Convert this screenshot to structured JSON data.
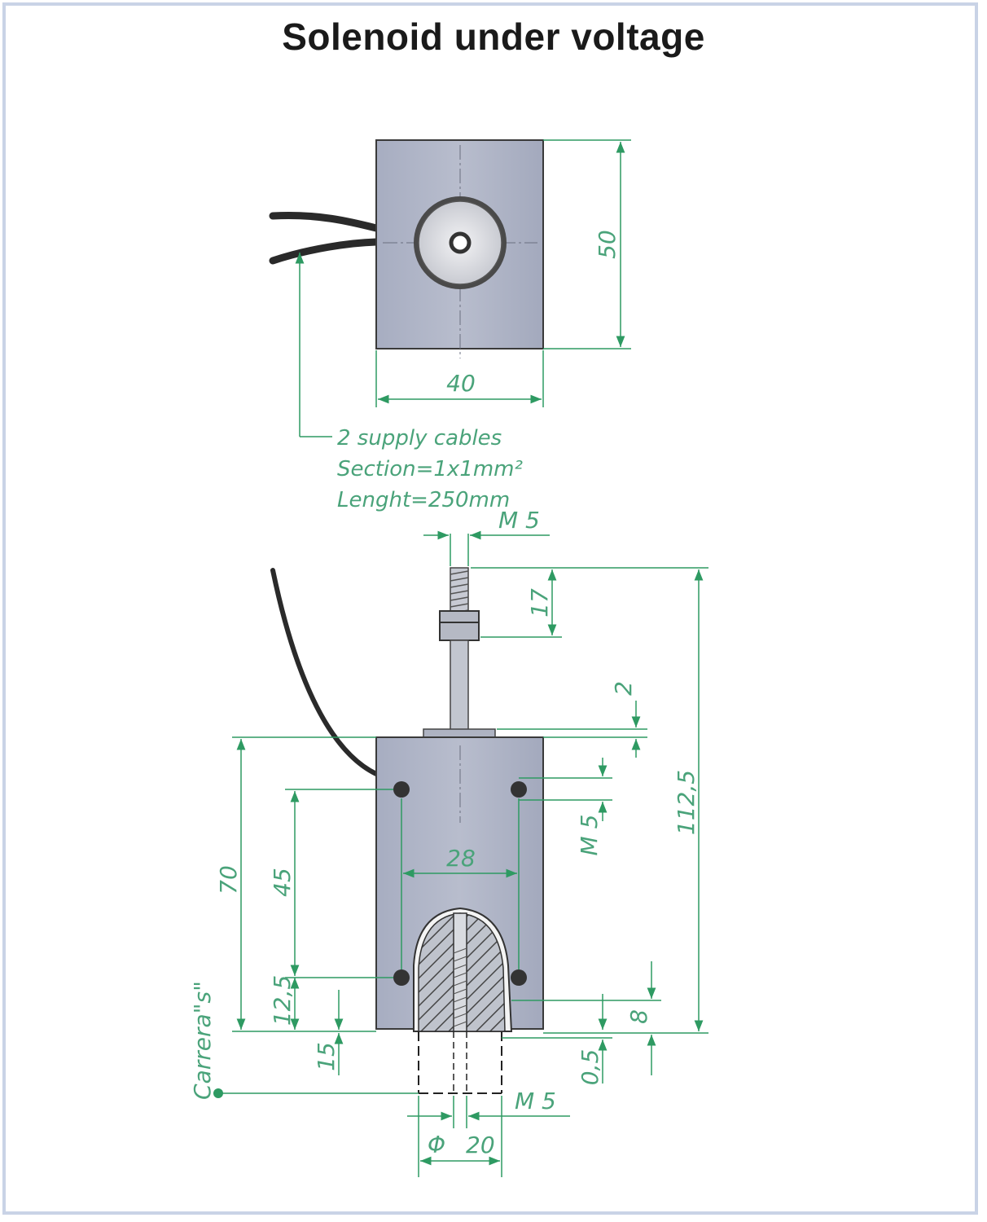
{
  "title": "Solenoid under voltage",
  "colors": {
    "dimension_green": "#2e9a62",
    "body_fill": "#aeb4c6",
    "outline": "#3a3a3a",
    "frame_border": "#c9d3e6"
  },
  "top_view": {
    "width_label": "40",
    "height_label": "50",
    "cable_note": {
      "line1": "2 supply cables",
      "line2": "Section=1x1mm²",
      "line3": "Lenght=250mm"
    }
  },
  "side_view": {
    "thread_top": "M 5",
    "stud_length": "17",
    "gap": "2",
    "overall_height": "112,5",
    "body_height": "70",
    "hole_spacing_v": "45",
    "hole_spacing_h": "28",
    "side_thread": "M 5",
    "hole_offset": "12,5",
    "stroke_15": "15",
    "stroke_label": "Carrera\"s\"",
    "dim_8": "8",
    "dim_05": "0,5",
    "bottom_thread": "M 5",
    "diameter_symbol": "Φ",
    "diameter_value": "20"
  }
}
